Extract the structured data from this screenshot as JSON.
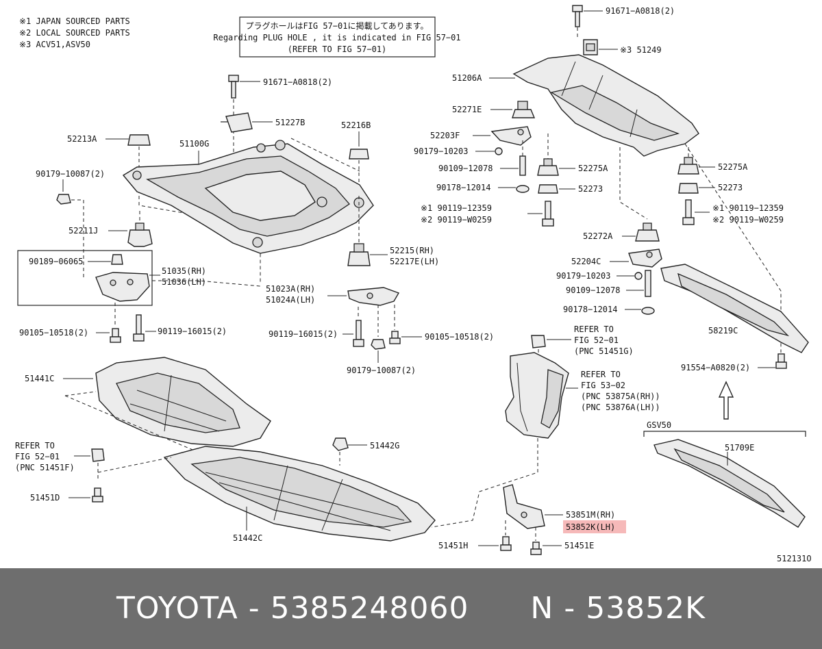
{
  "notes": [
    "※1 JAPAN SOURCED PARTS",
    "※2 LOCAL SOURCED PARTS",
    "※3 ACV51,ASV50"
  ],
  "infobox": [
    "プラグホールはFIG 57−01に掲載してあります。",
    "Regarding  PLUG HOLE , it is indicated in FIG  57−01",
    "(REFER TO FIG 57−01)"
  ],
  "labels": {
    "p91671_top": "91671−A0818(2)",
    "p51249": "※3 51249",
    "p51206A": "51206A",
    "p52271E": "52271E",
    "p52203F": "52203F",
    "p90179_10203a": "90179−10203",
    "p90109_12078a": "90109−12078",
    "p90178_12014a": "90178−12014",
    "p90119_12359a": "※1 90119−12359",
    "p90119_W0259a": "※2 90119−W0259",
    "p52275A_a": "52275A",
    "p52273_a": "52273",
    "p52275A_b": "52275A",
    "p52273_b": "52273",
    "p90119_12359b": "※1 90119−12359",
    "p90119_W0259b": "※2 90119−W0259",
    "p52272A": "52272A",
    "p52204C": "52204C",
    "p90179_10203b": "90179−10203",
    "p90109_12078b": "90109−12078",
    "p90178_12014b": "90178−12014",
    "p58219C": "58219C",
    "p91554": "91554−A0820(2)",
    "p91671_mid": "91671−A0818(2)",
    "p51227B": "51227B",
    "p52216B": "52216B",
    "p52213A": "52213A",
    "p51100G": "51100G",
    "p90179_10087a": "90179−10087(2)",
    "p52211J": "52211J",
    "p52215": "52215(RH)",
    "p52217E": "52217E(LH)",
    "p90189": "90189−06065",
    "p51035": "51035(RH)",
    "p51036": "51036(LH)",
    "p51023A": "51023A(RH)",
    "p51024A": "51024A(LH)",
    "p90105a": "90105−10518(2)",
    "p90119_16015a": "90119−16015(2)",
    "p90119_16015b": "90119−16015(2)",
    "p90105b": "90105−10518(2)",
    "p90179_10087b": "90179−10087(2)",
    "refer_52_01_a": [
      "REFER TO",
      "FIG 52−01",
      "(PNC 51451G)"
    ],
    "refer_53_02": [
      "REFER TO",
      "FIG 53−02",
      "(PNC 53875A(RH))",
      "(PNC 53876A(LH))"
    ],
    "refer_52_01_b": [
      "REFER TO",
      "FIG 52−01",
      "(PNC 51451F)"
    ],
    "p51441C": "51441C",
    "p51442G": "51442G",
    "p51451D": "51451D",
    "p51442C": "51442C",
    "gsv50": "GSV50",
    "p51709E": "51709E",
    "p53851M": "53851M(RH)",
    "p53852K": "53852K(LH)",
    "p51451H": "51451H",
    "p51451E": "51451E",
    "figcode": "512131O"
  },
  "highlight_color": "#f6b9b9",
  "footer": "TOYOTA - 5385248060      N - 53852K"
}
